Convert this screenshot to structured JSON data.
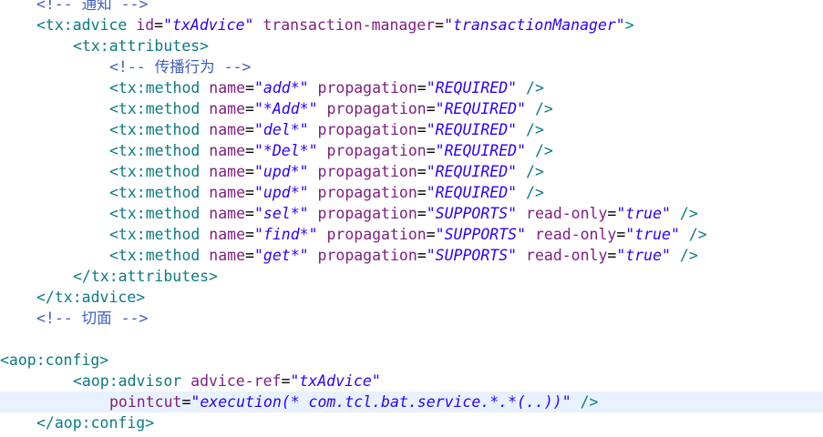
{
  "editor": {
    "current_line": 19,
    "colors": {
      "tag": "#0b7a82",
      "attr": "#7f1f80",
      "value": "#2a00ff",
      "comment": "#3f5fbf",
      "current_line_bg": "#e8f2fe"
    },
    "lines": [
      {
        "indent": 4,
        "tokens": [
          {
            "t": "comment",
            "v": "<!-- 通知 -->"
          }
        ]
      },
      {
        "indent": 4,
        "tokens": [
          {
            "t": "tag",
            "v": "<tx:advice "
          },
          {
            "t": "attr",
            "v": "id"
          },
          {
            "t": "eq",
            "v": "="
          },
          {
            "t": "val",
            "v": "\"txAdvice\""
          },
          {
            "t": "plain",
            "v": " "
          },
          {
            "t": "attr",
            "v": "transaction-manager"
          },
          {
            "t": "eq",
            "v": "="
          },
          {
            "t": "val",
            "v": "\"transactionManager\""
          },
          {
            "t": "tag",
            "v": ">"
          }
        ]
      },
      {
        "indent": 8,
        "tokens": [
          {
            "t": "tag",
            "v": "<tx:attributes>"
          }
        ]
      },
      {
        "indent": 12,
        "tokens": [
          {
            "t": "comment",
            "v": "<!-- 传播行为 -->"
          }
        ]
      },
      {
        "indent": 12,
        "tokens": [
          {
            "t": "tag",
            "v": "<tx:method "
          },
          {
            "t": "attr",
            "v": "name"
          },
          {
            "t": "eq",
            "v": "="
          },
          {
            "t": "val",
            "v": "\"add*\""
          },
          {
            "t": "plain",
            "v": " "
          },
          {
            "t": "attr",
            "v": "propagation"
          },
          {
            "t": "eq",
            "v": "="
          },
          {
            "t": "val",
            "v": "\"REQUIRED\""
          },
          {
            "t": "tag",
            "v": " />"
          }
        ]
      },
      {
        "indent": 12,
        "tokens": [
          {
            "t": "tag",
            "v": "<tx:method "
          },
          {
            "t": "attr",
            "v": "name"
          },
          {
            "t": "eq",
            "v": "="
          },
          {
            "t": "val",
            "v": "\"*Add*\""
          },
          {
            "t": "plain",
            "v": " "
          },
          {
            "t": "attr",
            "v": "propagation"
          },
          {
            "t": "eq",
            "v": "="
          },
          {
            "t": "val",
            "v": "\"REQUIRED\""
          },
          {
            "t": "tag",
            "v": " />"
          }
        ]
      },
      {
        "indent": 12,
        "tokens": [
          {
            "t": "tag",
            "v": "<tx:method "
          },
          {
            "t": "attr",
            "v": "name"
          },
          {
            "t": "eq",
            "v": "="
          },
          {
            "t": "val",
            "v": "\"del*\""
          },
          {
            "t": "plain",
            "v": " "
          },
          {
            "t": "attr",
            "v": "propagation"
          },
          {
            "t": "eq",
            "v": "="
          },
          {
            "t": "val",
            "v": "\"REQUIRED\""
          },
          {
            "t": "tag",
            "v": " />"
          }
        ]
      },
      {
        "indent": 12,
        "tokens": [
          {
            "t": "tag",
            "v": "<tx:method "
          },
          {
            "t": "attr",
            "v": "name"
          },
          {
            "t": "eq",
            "v": "="
          },
          {
            "t": "val",
            "v": "\"*Del*\""
          },
          {
            "t": "plain",
            "v": " "
          },
          {
            "t": "attr",
            "v": "propagation"
          },
          {
            "t": "eq",
            "v": "="
          },
          {
            "t": "val",
            "v": "\"REQUIRED\""
          },
          {
            "t": "tag",
            "v": " />"
          }
        ]
      },
      {
        "indent": 12,
        "tokens": [
          {
            "t": "tag",
            "v": "<tx:method "
          },
          {
            "t": "attr",
            "v": "name"
          },
          {
            "t": "eq",
            "v": "="
          },
          {
            "t": "val",
            "v": "\"upd*\""
          },
          {
            "t": "plain",
            "v": " "
          },
          {
            "t": "attr",
            "v": "propagation"
          },
          {
            "t": "eq",
            "v": "="
          },
          {
            "t": "val",
            "v": "\"REQUIRED\""
          },
          {
            "t": "tag",
            "v": " />"
          }
        ]
      },
      {
        "indent": 12,
        "tokens": [
          {
            "t": "tag",
            "v": "<tx:method "
          },
          {
            "t": "attr",
            "v": "name"
          },
          {
            "t": "eq",
            "v": "="
          },
          {
            "t": "val",
            "v": "\"upd*\""
          },
          {
            "t": "plain",
            "v": " "
          },
          {
            "t": "attr",
            "v": "propagation"
          },
          {
            "t": "eq",
            "v": "="
          },
          {
            "t": "val",
            "v": "\"REQUIRED\""
          },
          {
            "t": "tag",
            "v": " />"
          }
        ]
      },
      {
        "indent": 12,
        "tokens": [
          {
            "t": "tag",
            "v": "<tx:method "
          },
          {
            "t": "attr",
            "v": "name"
          },
          {
            "t": "eq",
            "v": "="
          },
          {
            "t": "val",
            "v": "\"sel*\""
          },
          {
            "t": "plain",
            "v": " "
          },
          {
            "t": "attr",
            "v": "propagation"
          },
          {
            "t": "eq",
            "v": "="
          },
          {
            "t": "val",
            "v": "\"SUPPORTS\""
          },
          {
            "t": "plain",
            "v": " "
          },
          {
            "t": "attr",
            "v": "read-only"
          },
          {
            "t": "eq",
            "v": "="
          },
          {
            "t": "val",
            "v": "\"true\""
          },
          {
            "t": "tag",
            "v": " />"
          }
        ]
      },
      {
        "indent": 12,
        "tokens": [
          {
            "t": "tag",
            "v": "<tx:method "
          },
          {
            "t": "attr",
            "v": "name"
          },
          {
            "t": "eq",
            "v": "="
          },
          {
            "t": "val",
            "v": "\"find*\""
          },
          {
            "t": "plain",
            "v": " "
          },
          {
            "t": "attr",
            "v": "propagation"
          },
          {
            "t": "eq",
            "v": "="
          },
          {
            "t": "val",
            "v": "\"SUPPORTS\""
          },
          {
            "t": "plain",
            "v": " "
          },
          {
            "t": "attr",
            "v": "read-only"
          },
          {
            "t": "eq",
            "v": "="
          },
          {
            "t": "val",
            "v": "\"true\""
          },
          {
            "t": "tag",
            "v": " />"
          }
        ]
      },
      {
        "indent": 12,
        "tokens": [
          {
            "t": "tag",
            "v": "<tx:method "
          },
          {
            "t": "attr",
            "v": "name"
          },
          {
            "t": "eq",
            "v": "="
          },
          {
            "t": "val",
            "v": "\"get*\""
          },
          {
            "t": "plain",
            "v": " "
          },
          {
            "t": "attr",
            "v": "propagation"
          },
          {
            "t": "eq",
            "v": "="
          },
          {
            "t": "val",
            "v": "\"SUPPORTS\""
          },
          {
            "t": "plain",
            "v": " "
          },
          {
            "t": "attr",
            "v": "read-only"
          },
          {
            "t": "eq",
            "v": "="
          },
          {
            "t": "val",
            "v": "\"true\""
          },
          {
            "t": "tag",
            "v": " />"
          }
        ]
      },
      {
        "indent": 8,
        "tokens": [
          {
            "t": "tag",
            "v": "</tx:attributes>"
          }
        ]
      },
      {
        "indent": 4,
        "tokens": [
          {
            "t": "tag",
            "v": "</tx:advice>"
          }
        ]
      },
      {
        "indent": 4,
        "tokens": [
          {
            "t": "comment",
            "v": "<!-- 切面 -->"
          }
        ]
      },
      {
        "indent": 0,
        "tokens": []
      },
      {
        "indent": 0,
        "tokens": [
          {
            "t": "tag",
            "v": "<aop:config>"
          }
        ]
      },
      {
        "indent": 8,
        "tokens": [
          {
            "t": "tag",
            "v": "<aop:advisor "
          },
          {
            "t": "attr",
            "v": "advice-ref"
          },
          {
            "t": "eq",
            "v": "="
          },
          {
            "t": "val",
            "v": "\"txAdvice\""
          }
        ]
      },
      {
        "indent": 12,
        "tokens": [
          {
            "t": "attr",
            "v": "pointcut"
          },
          {
            "t": "eq",
            "v": "="
          },
          {
            "t": "val",
            "v": "\"execution(* com.tcl.bat.service.*.*(..))\""
          },
          {
            "t": "tag",
            "v": " />"
          }
        ]
      },
      {
        "indent": 4,
        "tokens": [
          {
            "t": "tag",
            "v": "</aop:config>"
          }
        ]
      }
    ]
  }
}
